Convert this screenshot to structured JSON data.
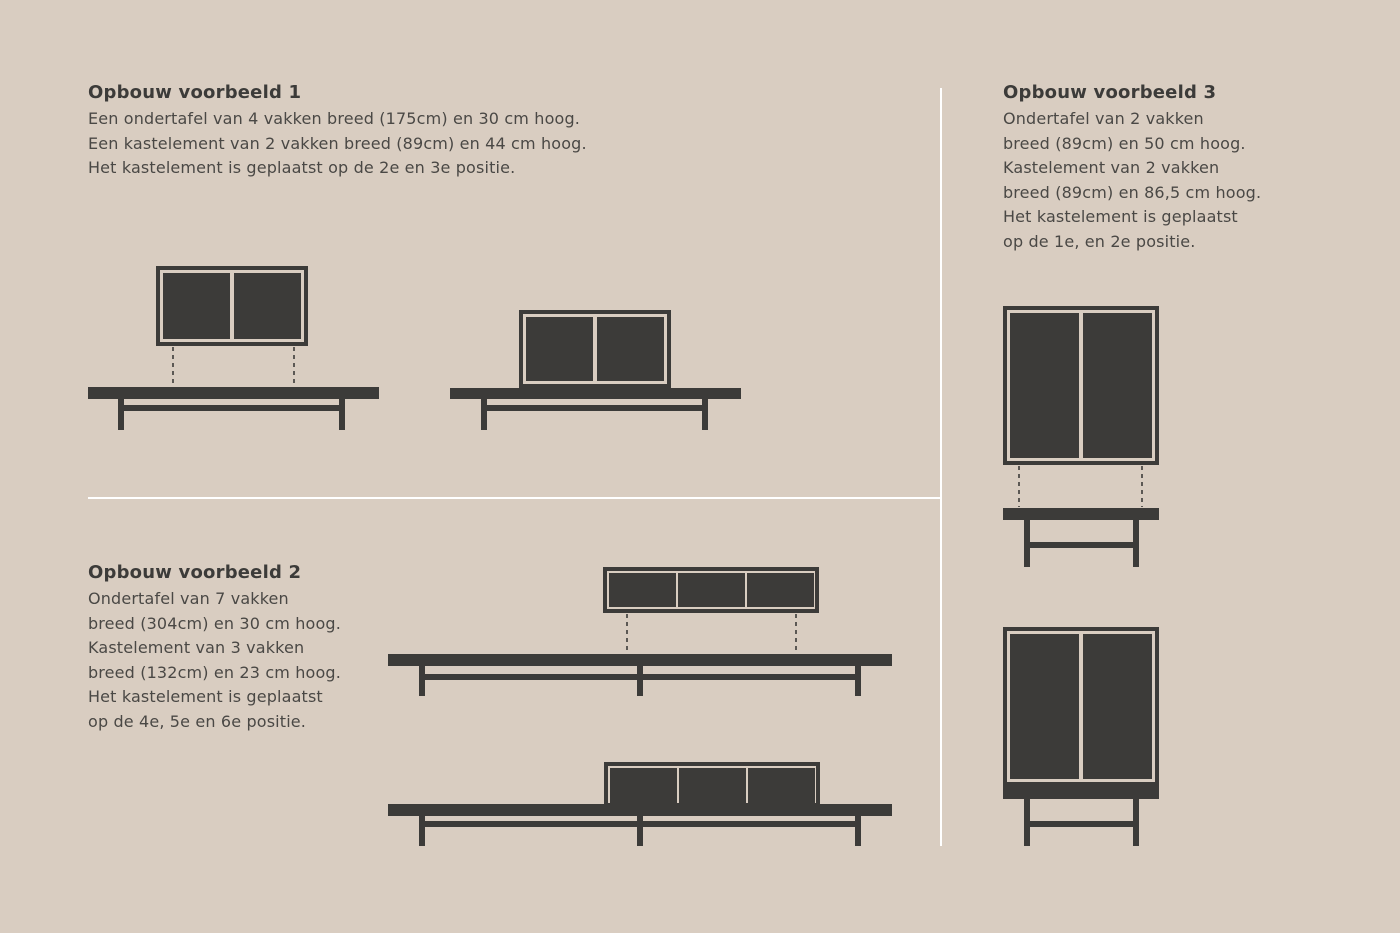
{
  "colors": {
    "background": "#d9cdc1",
    "furniture": "#3c3b39",
    "divider": "#ffffff"
  },
  "example1": {
    "title": "Opbouw voorbeeld 1",
    "lines": [
      "Een ondertafel van 4 vakken breed (175cm) en 30 cm hoog.",
      "Een kastelement van 2 vakken breed (89cm) en 44 cm hoog.",
      "Het kastelement is geplaatst op de 2e en 3e positie."
    ]
  },
  "example2": {
    "title": "Opbouw voorbeeld 2",
    "lines": [
      "Ondertafel van 7 vakken",
      "breed (304cm) en 30 cm hoog.",
      "Kastelement van 3 vakken",
      "breed (132cm) en 23 cm hoog.",
      "Het kastelement is geplaatst",
      "op de 4e, 5e en 6e positie."
    ]
  },
  "example3": {
    "title": "Opbouw voorbeeld 3",
    "lines": [
      "Ondertafel van 2 vakken",
      "breed (89cm) en 50 cm hoog.",
      "Kastelement van 2 vakken",
      "breed (89cm) en 86,5 cm hoog.",
      "Het kastelement is geplaatst",
      "op de 1e, en 2e positie."
    ]
  }
}
